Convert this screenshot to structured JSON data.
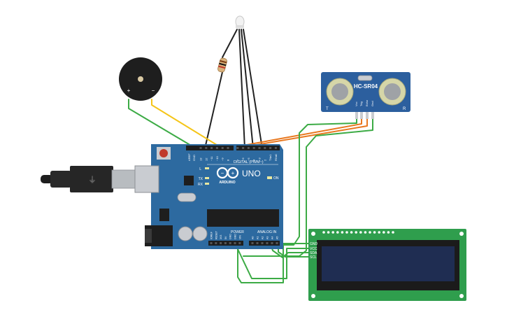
{
  "circuit": {
    "arduino": {
      "logo": "ARDUINO",
      "model": "UNO",
      "digital_label": "DIGITAL (PWM~)",
      "power_label": "POWER",
      "analog_label": "ANALOG IN",
      "on_label": "ON",
      "tx_label": "TX",
      "rx_label": "RX",
      "l_label": "L",
      "aref_label": "AREF",
      "gnd_label": "GND",
      "digital_pins": [
        "13",
        "12",
        "~11",
        "~10",
        "~9",
        "8",
        "7",
        "~6",
        "~5",
        "4",
        "~3",
        "2",
        "TX▸1",
        "RX◂0"
      ],
      "power_pins": [
        "IOREF",
        "RESET",
        "3V3",
        "5V",
        "GND",
        "GND",
        "VIN"
      ],
      "analog_pins": [
        "A0",
        "A1",
        "A2",
        "A3",
        "A4",
        "A5"
      ]
    },
    "ultrasonic": {
      "model": "HC-SR04",
      "left_mark": "T",
      "right_mark": "R",
      "pins": [
        "Vcc",
        "Trig",
        "Echo",
        "Gnd"
      ]
    },
    "lcd": {
      "pins": [
        "GND",
        "VCC",
        "SDA",
        "SCL"
      ]
    },
    "buzzer": {
      "plus": "+",
      "minus": "−"
    },
    "colors": {
      "board": "#2d6aa0",
      "lcd_pcb": "#2f9e4d",
      "lcd_screen": "#1f2d52",
      "sensor": "#2c5f9e",
      "wire_green": "#3cab45",
      "wire_yellow": "#f5c518",
      "wire_orange": "#e8771e",
      "wire_black": "#222222"
    }
  }
}
